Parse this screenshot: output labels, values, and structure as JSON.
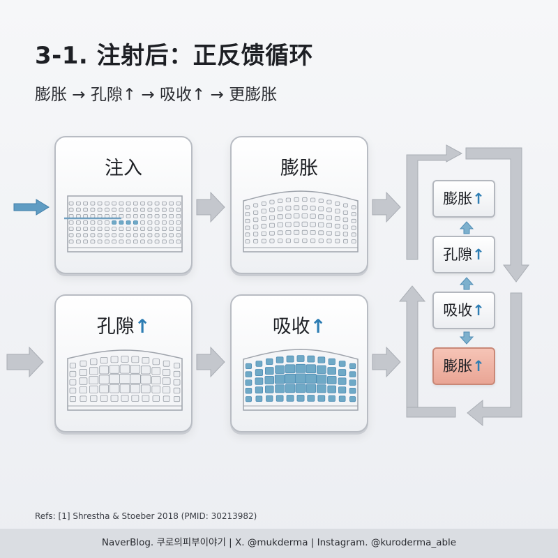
{
  "header": {
    "title": "3-1. 注射后：正反馈循环",
    "subtitle": "膨胀 → 孔隙↑ → 吸收↑ → 更膨胀"
  },
  "panels": [
    {
      "label": "注入",
      "arrow": ""
    },
    {
      "label": "膨胀",
      "arrow": ""
    },
    {
      "label": "孔隙",
      "arrow": "↑"
    },
    {
      "label": "吸收",
      "arrow": "↑"
    }
  ],
  "cycle": [
    {
      "label": "膨胀",
      "arrow": "↑"
    },
    {
      "label": "孔隙",
      "arrow": "↑"
    },
    {
      "label": "吸收",
      "arrow": "↑"
    },
    {
      "label": "膨胀",
      "arrow": "↑"
    }
  ],
  "refs": "Refs: [1] Shrestha & Stoeber 2018 (PMID: 30213982)",
  "footer": "NaverBlog. 쿠로의피부이야기 | X. @mukderma | Instagram. @kuroderma_able",
  "colors": {
    "accent_blue": "#2d7db3",
    "pore_blue": "#6fa9c6",
    "highlight_box": "#f2b4a4",
    "arrow_gray": "#c4c7cd"
  }
}
